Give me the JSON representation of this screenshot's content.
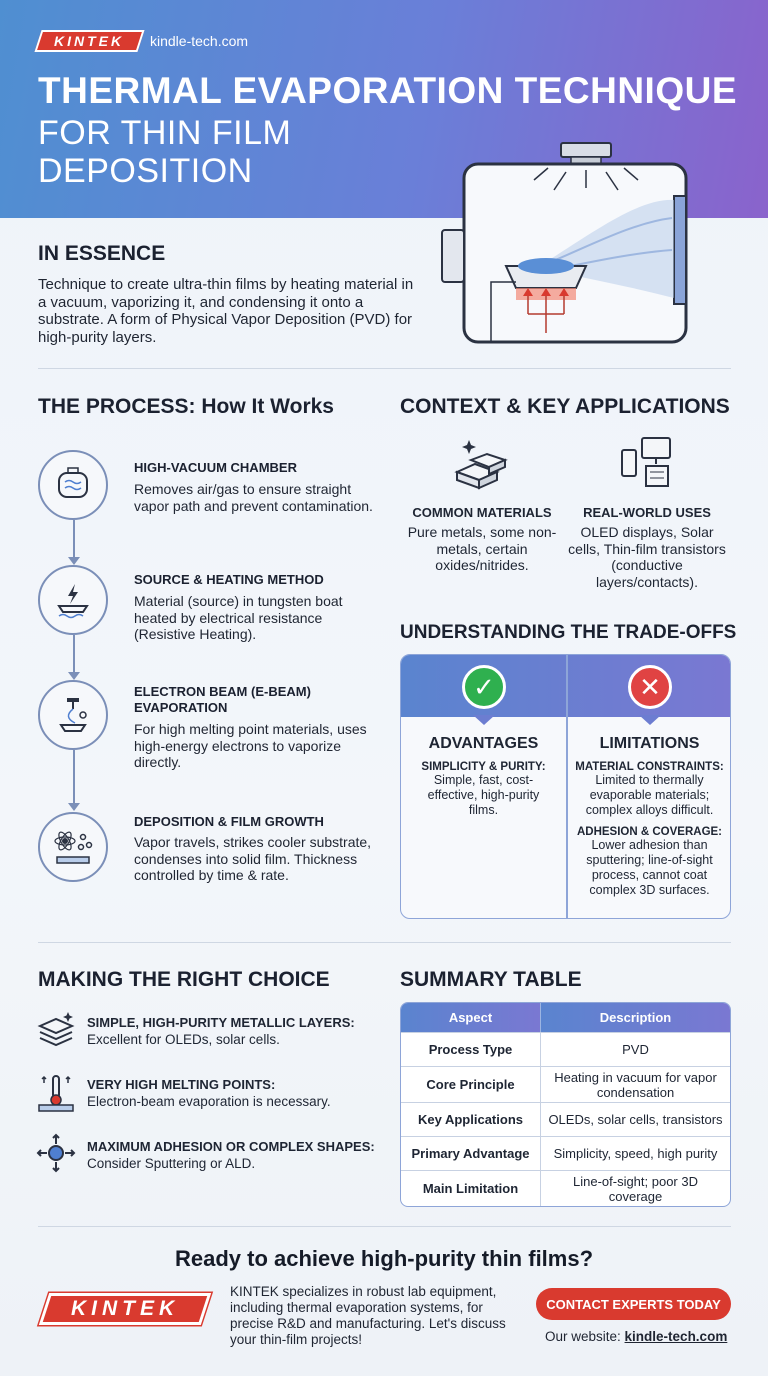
{
  "header": {
    "brand": "KINTEK",
    "site": "kindle-tech.com",
    "title_line1": "THERMAL EVAPORATION TECHNIQUE",
    "title_line2": "FOR THIN FILM DEPOSITION"
  },
  "essence": {
    "heading": "IN ESSENCE",
    "text": "Technique to create ultra-thin films by heating material in a vacuum, vaporizing it, and condensing it onto a substrate. A form of Physical Vapor Deposition (PVD) for high-purity layers."
  },
  "process": {
    "heading": "THE PROCESS: How It Works",
    "steps": [
      {
        "title": "HIGH-VACUUM CHAMBER",
        "desc": "Removes air/gas to ensure straight vapor path and prevent contamination."
      },
      {
        "title": "SOURCE & HEATING METHOD",
        "desc": "Material (source) in tungsten boat heated by electrical resistance (Resistive Heating)."
      },
      {
        "title": "ELECTRON BEAM (E-BEAM) EVAPORATION",
        "desc": "For high melting point materials, uses high-energy electrons to vaporize directly."
      },
      {
        "title": "DEPOSITION & FILM GROWTH",
        "desc": "Vapor travels, strikes cooler substrate, condenses into solid film. Thickness controlled by time & rate."
      }
    ]
  },
  "context": {
    "heading": "CONTEXT & KEY APPLICATIONS",
    "materials_title": "COMMON MATERIALS",
    "materials_text": "Pure metals, some non-metals, certain oxides/nitrides.",
    "uses_title": "REAL-WORLD USES",
    "uses_text": "OLED displays, Solar cells, Thin-film transistors (conductive layers/contacts)."
  },
  "tradeoffs": {
    "heading": "UNDERSTANDING THE TRADE-OFFS",
    "advantages_title": "ADVANTAGES",
    "adv_sub": "SIMPLICITY & PURITY:",
    "adv_text": "Simple, fast, cost-effective, high-purity films.",
    "limitations_title": "LIMITATIONS",
    "lim_sub1": "MATERIAL CONSTRAINTS:",
    "lim_text1": "Limited to thermally evaporable materials; complex alloys difficult.",
    "lim_sub2": "ADHESION & COVERAGE:",
    "lim_text2": "Lower adhesion than sputtering; line-of-sight process, cannot coat complex 3D surfaces.",
    "colors": {
      "advantage": "#2fb04f",
      "limitation": "#e04343"
    }
  },
  "choice": {
    "heading": "MAKING THE RIGHT CHOICE",
    "items": [
      {
        "title": "SIMPLE, HIGH-PURITY METALLIC LAYERS:",
        "text": "Excellent for OLEDs, solar cells."
      },
      {
        "title": "VERY HIGH MELTING POINTS:",
        "text": "Electron-beam evaporation is necessary."
      },
      {
        "title": "MAXIMUM ADHESION OR COMPLEX SHAPES:",
        "text": "Consider Sputtering or ALD."
      }
    ]
  },
  "summary": {
    "heading": "SUMMARY TABLE",
    "col1": "Aspect",
    "col2": "Description",
    "rows": [
      {
        "aspect": "Process Type",
        "desc": "PVD"
      },
      {
        "aspect": "Core Principle",
        "desc": "Heating in vacuum for vapor condensation"
      },
      {
        "aspect": "Key Applications",
        "desc": "OLEDs, solar cells, transistors"
      },
      {
        "aspect": "Primary Advantage",
        "desc": "Simplicity, speed, high purity"
      },
      {
        "aspect": "Main Limitation",
        "desc": "Line-of-sight; poor 3D coverage"
      }
    ]
  },
  "cta": {
    "title": "Ready to achieve high-purity thin films?",
    "brand": "KINTEK",
    "text": "KINTEK specializes in robust lab equipment, including thermal evaporation systems, for precise R&D and manufacturing. Let's discuss your thin-film projects!",
    "button": "CONTACT EXPERTS TODAY",
    "site_label": "Our website:",
    "site": "kindle-tech.com"
  }
}
